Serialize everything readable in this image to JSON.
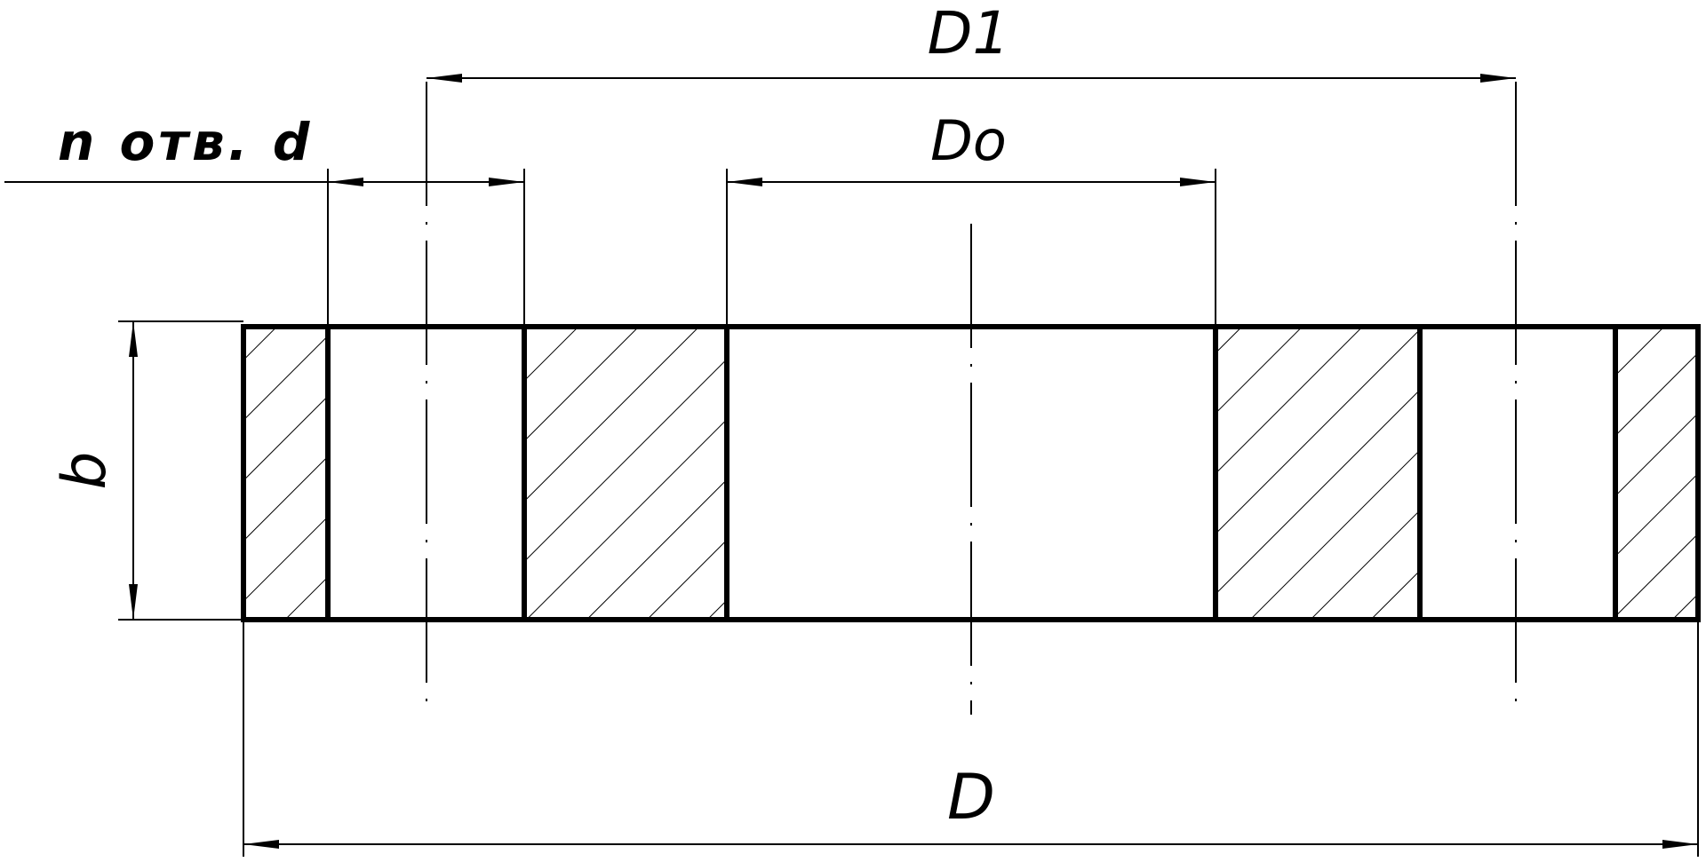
{
  "labels": {
    "outer_diameter": "D",
    "bolt_circle": "D1",
    "bore": "Do",
    "holes": "n отв. d",
    "thickness": "b"
  },
  "colors": {
    "stroke": "#000000",
    "background": "#ffffff"
  }
}
